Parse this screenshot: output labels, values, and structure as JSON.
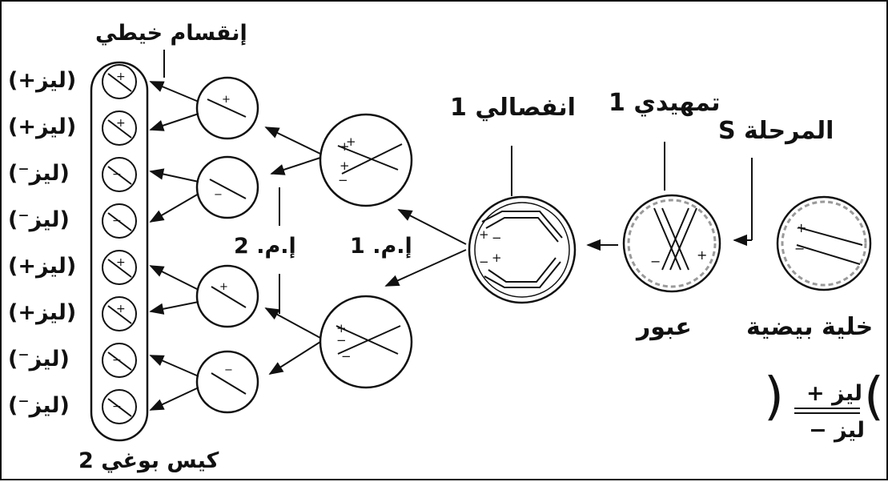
{
  "labels": {
    "mitosis": "إنقسام خيطي",
    "ascus": "كيس بوغي 2",
    "s_phase": "المرحلة S",
    "prophase1": "تمهيدي 1",
    "anaphase1": "انفصالي 1",
    "crossing_over": "عبور",
    "egg_cell": "خلية بيضية",
    "meiosis1": "إ.م. 1",
    "meiosis2": "إ.م. 2",
    "genotype_top": "ليز +",
    "genotype_bottom": "ليز −",
    "spores": [
      "(ليز+)",
      "(ليز+)",
      "(ليز⁻)",
      "(ليز⁻)",
      "(ليز+)",
      "(ليز+)",
      "(ليز⁻)",
      "(ليز⁻)"
    ]
  },
  "colors": {
    "ink": "#111111",
    "shade": "#9a9a9a"
  }
}
